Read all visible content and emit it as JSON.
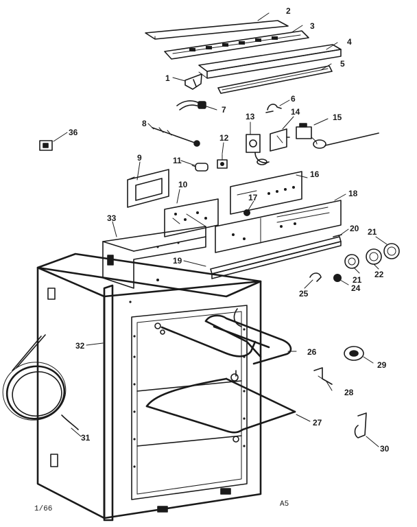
{
  "callouts": {
    "c1": "1",
    "c2": "2",
    "c3": "3",
    "c4": "4",
    "c5": "5",
    "c6": "6",
    "c7": "7",
    "c8": "8",
    "c9": "9",
    "c10": "10",
    "c11": "11",
    "c12": "12",
    "c13": "13",
    "c14": "14",
    "c15": "15",
    "c16": "16",
    "c17": "17",
    "c18": "18",
    "c19": "19",
    "c20": "20",
    "c21a": "21",
    "c21b": "21",
    "c22": "22",
    "c24": "24",
    "c25": "25",
    "c26": "26",
    "c27": "27",
    "c28": "28",
    "c29": "29",
    "c30": "30",
    "c31": "31",
    "c32": "32",
    "c33": "33",
    "c36": "36"
  },
  "footer": {
    "left": "1/66",
    "right": "A5"
  }
}
